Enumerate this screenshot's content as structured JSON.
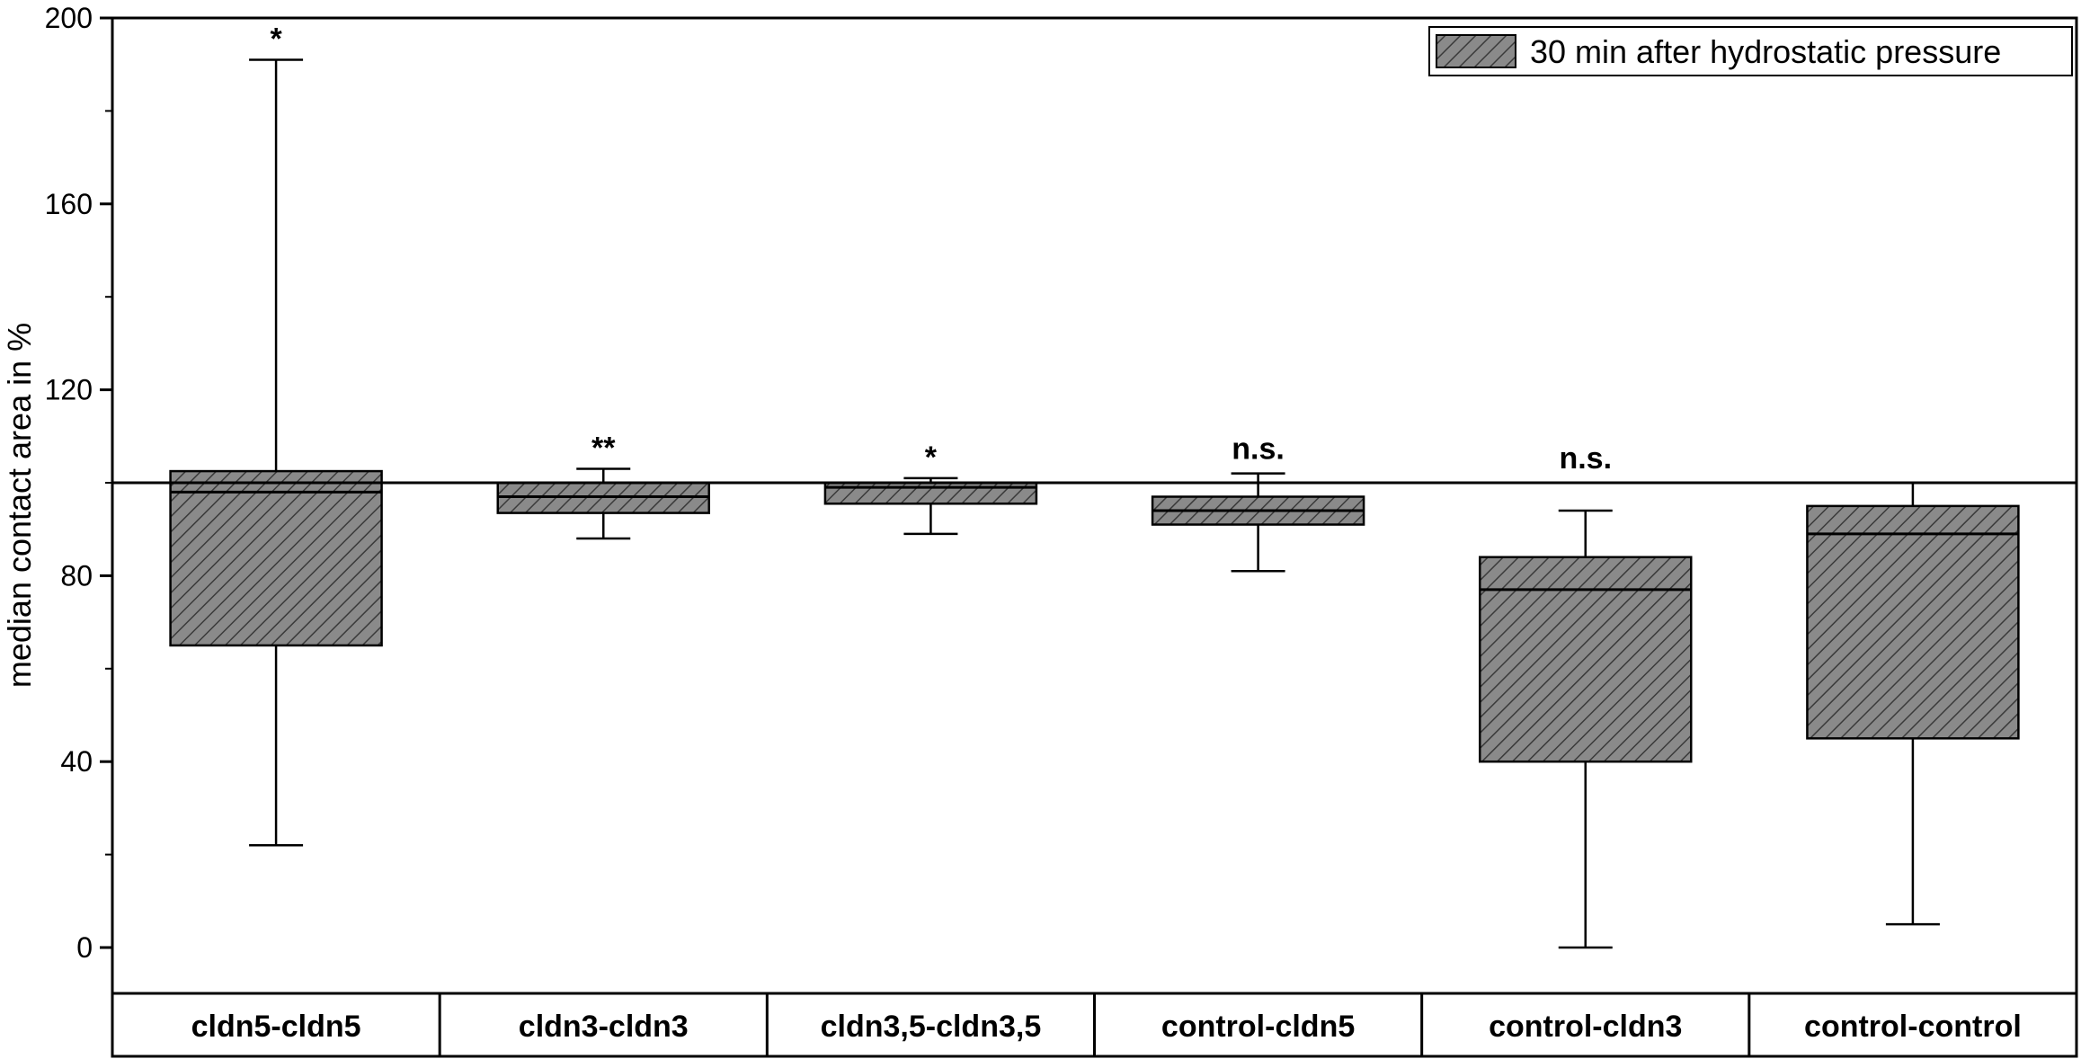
{
  "chart_data": {
    "type": "box",
    "ylabel": "median contact area in %",
    "ylim": [
      0,
      200
    ],
    "yticks": [
      "0",
      "40",
      "80",
      "120",
      "160",
      "200"
    ],
    "reference_line": 100,
    "legend": {
      "label": "30 min after hydrostatic pressure",
      "placement": "top-right"
    },
    "colors": {
      "box_fill": "#8a8a8a",
      "hatch": "#3a3a3a",
      "line": "#000000"
    },
    "categories": [
      "cldn5-cldn5",
      "cldn3-cldn3",
      "cldn3,5-cldn3,5",
      "control-cldn5",
      "control-cldn3",
      "control-control"
    ],
    "boxes": [
      {
        "whisker_low": 22,
        "q1": 65,
        "median": 98,
        "q3": 102.5,
        "whisker_high": 191,
        "significance": "*"
      },
      {
        "whisker_low": 88,
        "q1": 93.5,
        "median": 97,
        "q3": 100,
        "whisker_high": 103,
        "significance": "**"
      },
      {
        "whisker_low": 89,
        "q1": 95.5,
        "median": 99,
        "q3": 100,
        "whisker_high": 101,
        "significance": "*"
      },
      {
        "whisker_low": 81,
        "q1": 91,
        "median": 94,
        "q3": 97,
        "whisker_high": 102,
        "significance": "n.s."
      },
      {
        "whisker_low": 0,
        "q1": 40,
        "median": 77,
        "q3": 84,
        "whisker_high": 94,
        "significance": "n.s."
      },
      {
        "whisker_low": 5,
        "q1": 45,
        "median": 89,
        "q3": 95,
        "whisker_high": 100,
        "significance": ""
      }
    ]
  }
}
